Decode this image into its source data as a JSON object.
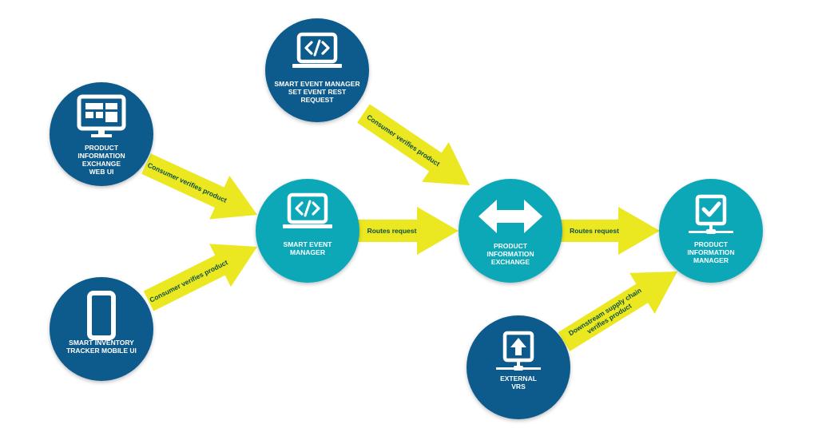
{
  "colors": {
    "dark_node": "#0b5a8c",
    "teal_node": "#0aa8b8",
    "arrow": "#ebe821",
    "arrow_text": "#0f4f3a",
    "node_text": "#ffffff"
  },
  "nodes": {
    "pix_web_ui": {
      "lines": [
        "PRODUCT",
        "INFORMATION",
        "EXCHANGE",
        "WEB UI"
      ],
      "icon": "desktop-monitor-icon",
      "style": "dark"
    },
    "sem_rest": {
      "lines": [
        "SMART EVENT MANAGER",
        "SET EVENT REST",
        "REQUEST"
      ],
      "icon": "laptop-code-icon",
      "style": "dark"
    },
    "sitm_ui": {
      "lines": [
        "SMART INVENTORY",
        "TRACKER MOBILE UI"
      ],
      "icon": "mobile-phone-icon",
      "style": "dark"
    },
    "sem": {
      "lines": [
        "SMART EVENT",
        "MANAGER"
      ],
      "icon": "laptop-code-icon",
      "style": "teal"
    },
    "pix": {
      "lines": [
        "PRODUCT",
        "INFORMATION",
        "EXCHANGE"
      ],
      "icon": "double-arrow-icon",
      "style": "teal"
    },
    "pim": {
      "lines": [
        "PRODUCT",
        "INFORMATION",
        "MANAGER"
      ],
      "icon": "network-checkmark-icon",
      "style": "teal"
    },
    "vrs": {
      "lines": [
        "EXTERNAL",
        "VRS"
      ],
      "icon": "network-upload-icon",
      "style": "dark"
    }
  },
  "edges": {
    "webui_to_sem": {
      "from": "pix_web_ui",
      "to": "sem",
      "lines": [
        "Consumer verifies product"
      ]
    },
    "mobile_to_sem": {
      "from": "sitm_ui",
      "to": "sem",
      "lines": [
        "Consumer verifies product"
      ]
    },
    "rest_to_pix": {
      "from": "sem_rest",
      "to": "pix",
      "lines": [
        "Consumer verifies product"
      ]
    },
    "sem_to_pix": {
      "from": "sem",
      "to": "pix",
      "lines": [
        "Routes request"
      ]
    },
    "pix_to_pim": {
      "from": "pix",
      "to": "pim",
      "lines": [
        "Routes request"
      ]
    },
    "vrs_to_pim": {
      "from": "vrs",
      "to": "pim",
      "lines": [
        "Downstream supply chain",
        "verifies product"
      ]
    }
  }
}
